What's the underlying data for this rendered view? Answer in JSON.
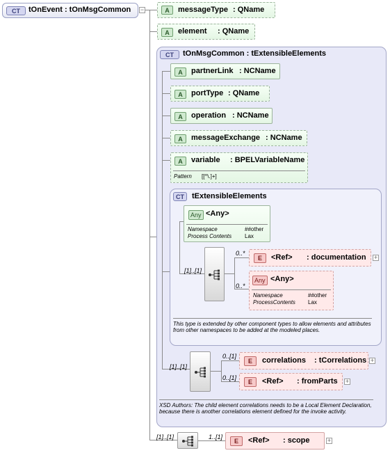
{
  "root": {
    "badge": "CT",
    "name": "tOnEvent : tOnMsgCommon"
  },
  "attributes": [
    {
      "badge": "A",
      "name": "messageType",
      "type": ": QName"
    },
    {
      "badge": "A",
      "name": "element",
      "type": ": QName"
    }
  ],
  "base_type": {
    "badge": "CT",
    "name": "tOnMsgCommon : tExtensibleElements",
    "attributes": [
      {
        "badge": "A",
        "name": "partnerLink",
        "type": ": NCName"
      },
      {
        "badge": "A",
        "name": "portType",
        "type": ": QName"
      },
      {
        "badge": "A",
        "name": "operation",
        "type": ": NCName"
      },
      {
        "badge": "A",
        "name": "messageExchange",
        "type": ": NCName"
      },
      {
        "badge": "A",
        "name": "variable",
        "type": ": BPELVariableName",
        "pattern_label": "Pattern",
        "pattern_value": "[[^\\.]+]"
      }
    ],
    "extensible": {
      "badge": "CT",
      "name": "tExtensibleElements",
      "any_attribute": {
        "badge": "Any",
        "name": "<Any>",
        "ns_label": "Namespace",
        "ns_value": "##other",
        "pc_label": "Process Contents",
        "pc_value": "Lax"
      },
      "seq_mult": "[1]..[1]",
      "doc_elem": {
        "mult": "0..*",
        "badge": "E",
        "name": "<Ref>",
        "type": ": documentation"
      },
      "any_elem": {
        "mult": "0..*",
        "badge": "Any",
        "name": "<Any>",
        "ns_label": "Namespace",
        "ns_value": "##other",
        "pc_label": "ProcessContents",
        "pc_value": "Lax"
      },
      "note": "This type is extended by other component types to allow elements and attributes from other namespaces to be added at the modeled places."
    },
    "seq_mult": "[1]..[1]",
    "correlations": {
      "mult": "0..[1]",
      "badge": "E",
      "name": "correlations",
      "type": ": tCorrelations"
    },
    "fromparts": {
      "mult": "0..[1]",
      "badge": "E",
      "name": "<Ref>",
      "type": ": fromParts"
    },
    "note": "XSD Authors: The child element correlations needs to be a Local Element Declaration, because there is another correlations element defined for the invoke activity."
  },
  "bottom": {
    "seq_mult": "[1]..[1]",
    "scope": {
      "mult": "1..[1]",
      "badge": "E",
      "name": "<Ref>",
      "type": ": scope"
    }
  },
  "colors": {
    "attribute_fill": "#e4f6e4",
    "element_fill": "#ffe9e9",
    "group_fill": "#e8e9f8",
    "border_blue": "#a3a6c8"
  }
}
